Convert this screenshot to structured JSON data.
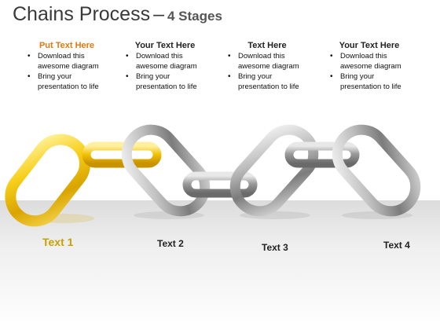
{
  "title": {
    "main": "Chains Process",
    "dash": "–",
    "sub": "4 Stages"
  },
  "columns": [
    {
      "heading": "Put Text Here",
      "bullets": [
        "Download this awesome diagram",
        "Bring your presentation to life"
      ]
    },
    {
      "heading": "Your Text Here",
      "bullets": [
        "Download this awesome diagram",
        "Bring your presentation to life"
      ]
    },
    {
      "heading": "Text Here",
      "bullets": [
        "Download this awesome diagram",
        "Bring your presentation to life"
      ]
    },
    {
      "heading": "Your Text Here",
      "bullets": [
        "Download this awesome diagram",
        "Bring your presentation to life"
      ]
    }
  ],
  "labels": [
    "Text 1",
    "Text 2",
    "Text 3",
    "Text 4"
  ],
  "colors": {
    "gold": "#f2c200",
    "silver": "#c8c8c8",
    "heading_accent": "#e07a10"
  }
}
